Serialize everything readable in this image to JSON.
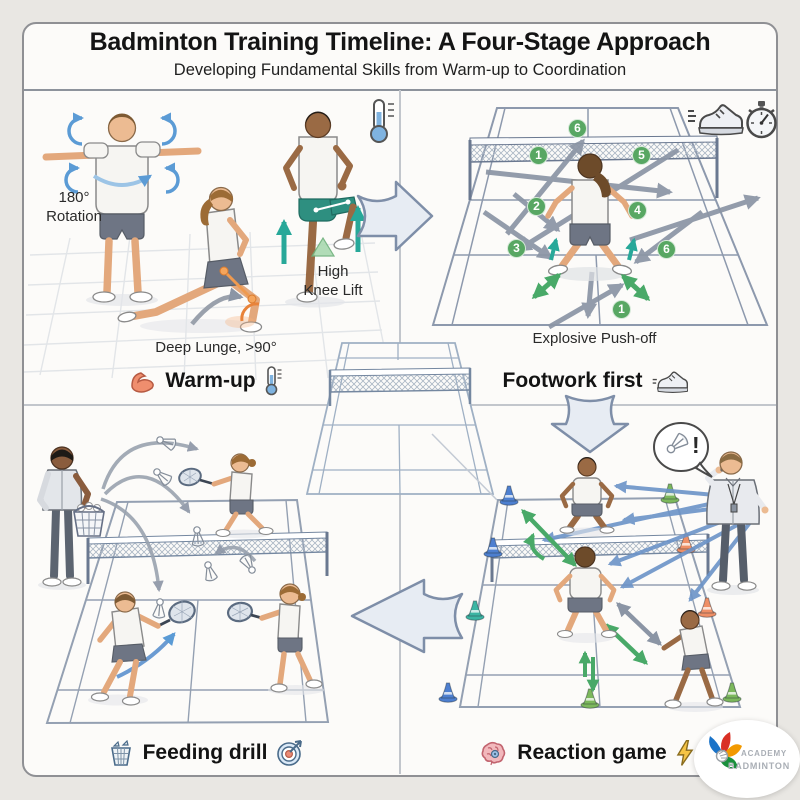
{
  "header": {
    "title": "Badminton Training Timeline: A Four-Stage Approach",
    "subtitle": "Developing Fundamental Skills from Warm-up to Coordination"
  },
  "stages": {
    "warmup": {
      "caption": "Warm-up",
      "icons": [
        "bicep-icon",
        "thermometer-icon"
      ],
      "labels": {
        "rotation": "180°\nRotation",
        "lunge": "Deep Lunge, >90°",
        "knee": "High\nKnee Lift"
      }
    },
    "footwork": {
      "caption": "Footwork first",
      "icons": [
        "sneaker-icon",
        "stopwatch-icon"
      ],
      "pushoff_label": "Explosive Push-off",
      "step_numbers": [
        "6",
        "1",
        "5",
        "2",
        "4",
        "3",
        "6",
        "1"
      ]
    },
    "feeding": {
      "caption": "Feeding drill",
      "icons": [
        "basket-icon",
        "target-icon"
      ]
    },
    "reaction": {
      "caption": "Reaction game",
      "icons": [
        "brain-icon",
        "lightning-icon",
        "whistle-icon",
        "shuttlecock-icon"
      ],
      "bubble_mark": "!"
    }
  },
  "logo": {
    "line1": "ACADEMY",
    "line2": "BADMINTON"
  },
  "colors": {
    "step_circle_green": "#58a763",
    "arrow_gray": "#8b95a5",
    "arrow_blue": "#6b93c8",
    "arrow_teal": "#27a899",
    "arrow_green": "#49a968",
    "rotation_blue": "#5b9bd5",
    "cone_blue": "#4d7fd0",
    "cone_green": "#7cb85c",
    "cone_teal": "#3ab5a3",
    "cone_orange": "#ef8f66",
    "stage_arrow_fill": "#e7ecf3",
    "stage_arrow_stroke": "#7e8ea8"
  }
}
